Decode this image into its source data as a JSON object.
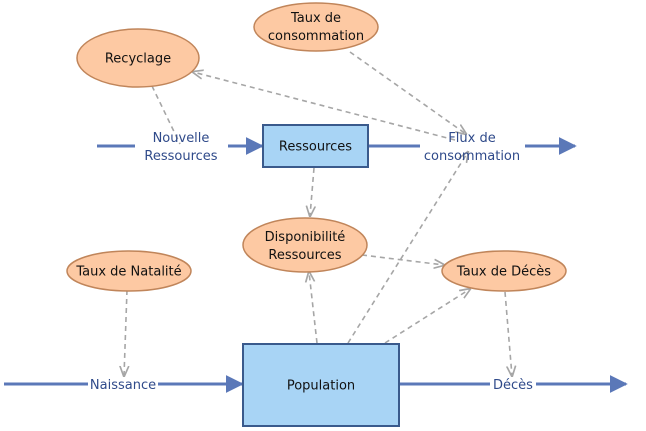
{
  "colors": {
    "stock_fill": "#a8d4f5",
    "stock_stroke": "#3a5a8c",
    "aux_fill": "#fdc9a3",
    "aux_stroke": "#c0855a",
    "flow": "#5b78b8",
    "link": "#a6a6a6",
    "flow_text": "#2f4a8a"
  },
  "stocks": {
    "ressources": "Ressources",
    "population": "Population"
  },
  "auxiliaries": {
    "taux_consommation": [
      "Taux de",
      "consommation"
    ],
    "recyclage": [
      "Recyclage"
    ],
    "disponibilite": [
      "Disponibilité",
      "Ressources"
    ],
    "taux_natalite": [
      "Taux de Natalité"
    ],
    "taux_deces": [
      "Taux de Décès"
    ]
  },
  "flows": {
    "nouvelle_ressources": [
      "Nouvelle",
      "Ressources"
    ],
    "flux_consommation": [
      "Flux de",
      "consommation"
    ],
    "naissance": [
      "Naissance"
    ],
    "deces": [
      "Décès"
    ]
  }
}
